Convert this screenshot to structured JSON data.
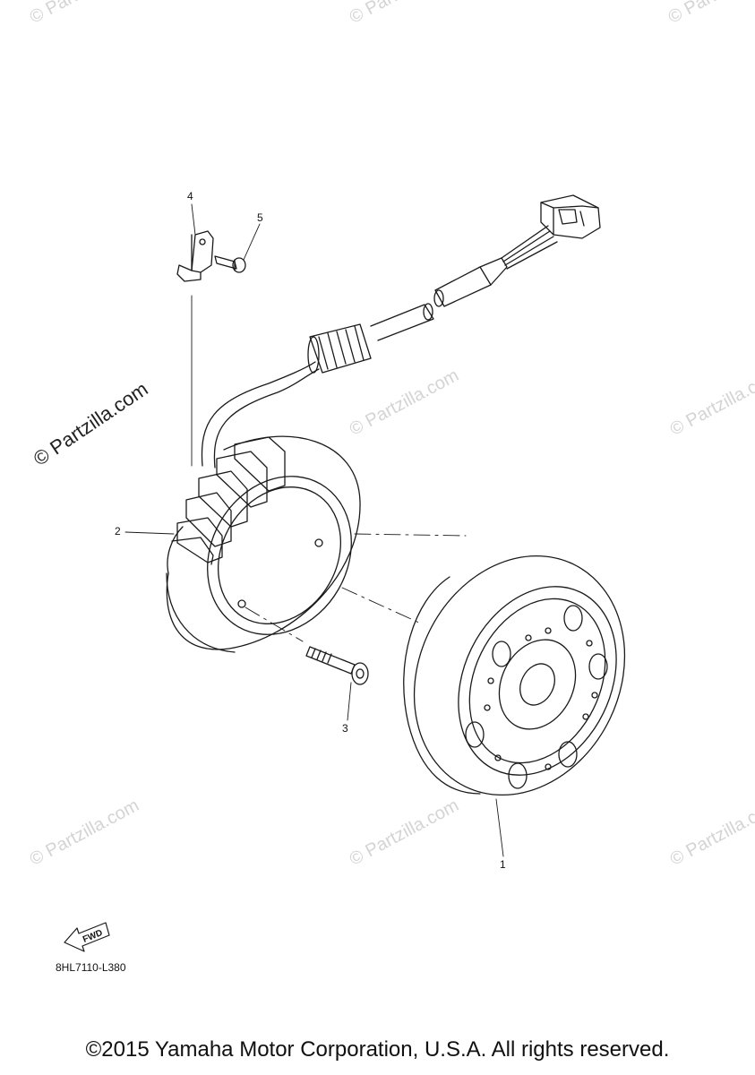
{
  "watermark": {
    "text": "© Partzilla.com",
    "main_text": "© Partzilla.com"
  },
  "callouts": {
    "p1": "1",
    "p2": "2",
    "p3": "3",
    "p4": "4",
    "p5": "5"
  },
  "fwd_label": "FWD",
  "diagram_code": "8HL7110-L380",
  "copyright": "©2015 Yamaha Motor Corporation, U.S.A. All rights reserved.",
  "colors": {
    "line": "#1a1a1a",
    "watermark": "#d4d4d4"
  },
  "icons": [
    "forward-arrow-icon"
  ]
}
